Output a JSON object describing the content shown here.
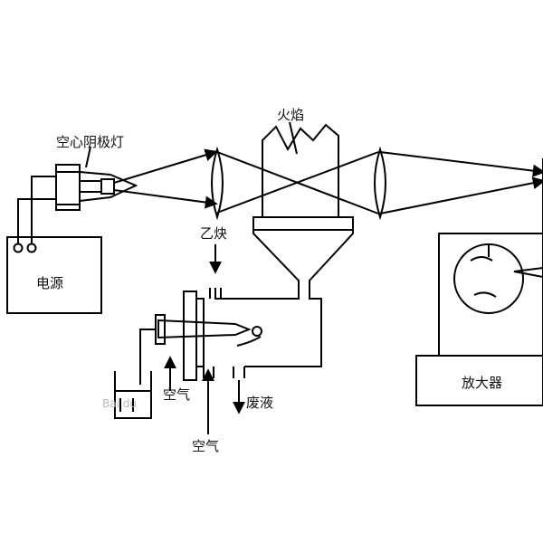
{
  "labels": {
    "lamp": "空心阴极灯",
    "flame": "火焰",
    "acetylene": "乙炔",
    "power_supply": "电源",
    "air_left": "空气",
    "air_bottom": "空气",
    "waste_liquid": "废液",
    "amplifier": "放大器"
  },
  "watermark": "Bai du"
}
